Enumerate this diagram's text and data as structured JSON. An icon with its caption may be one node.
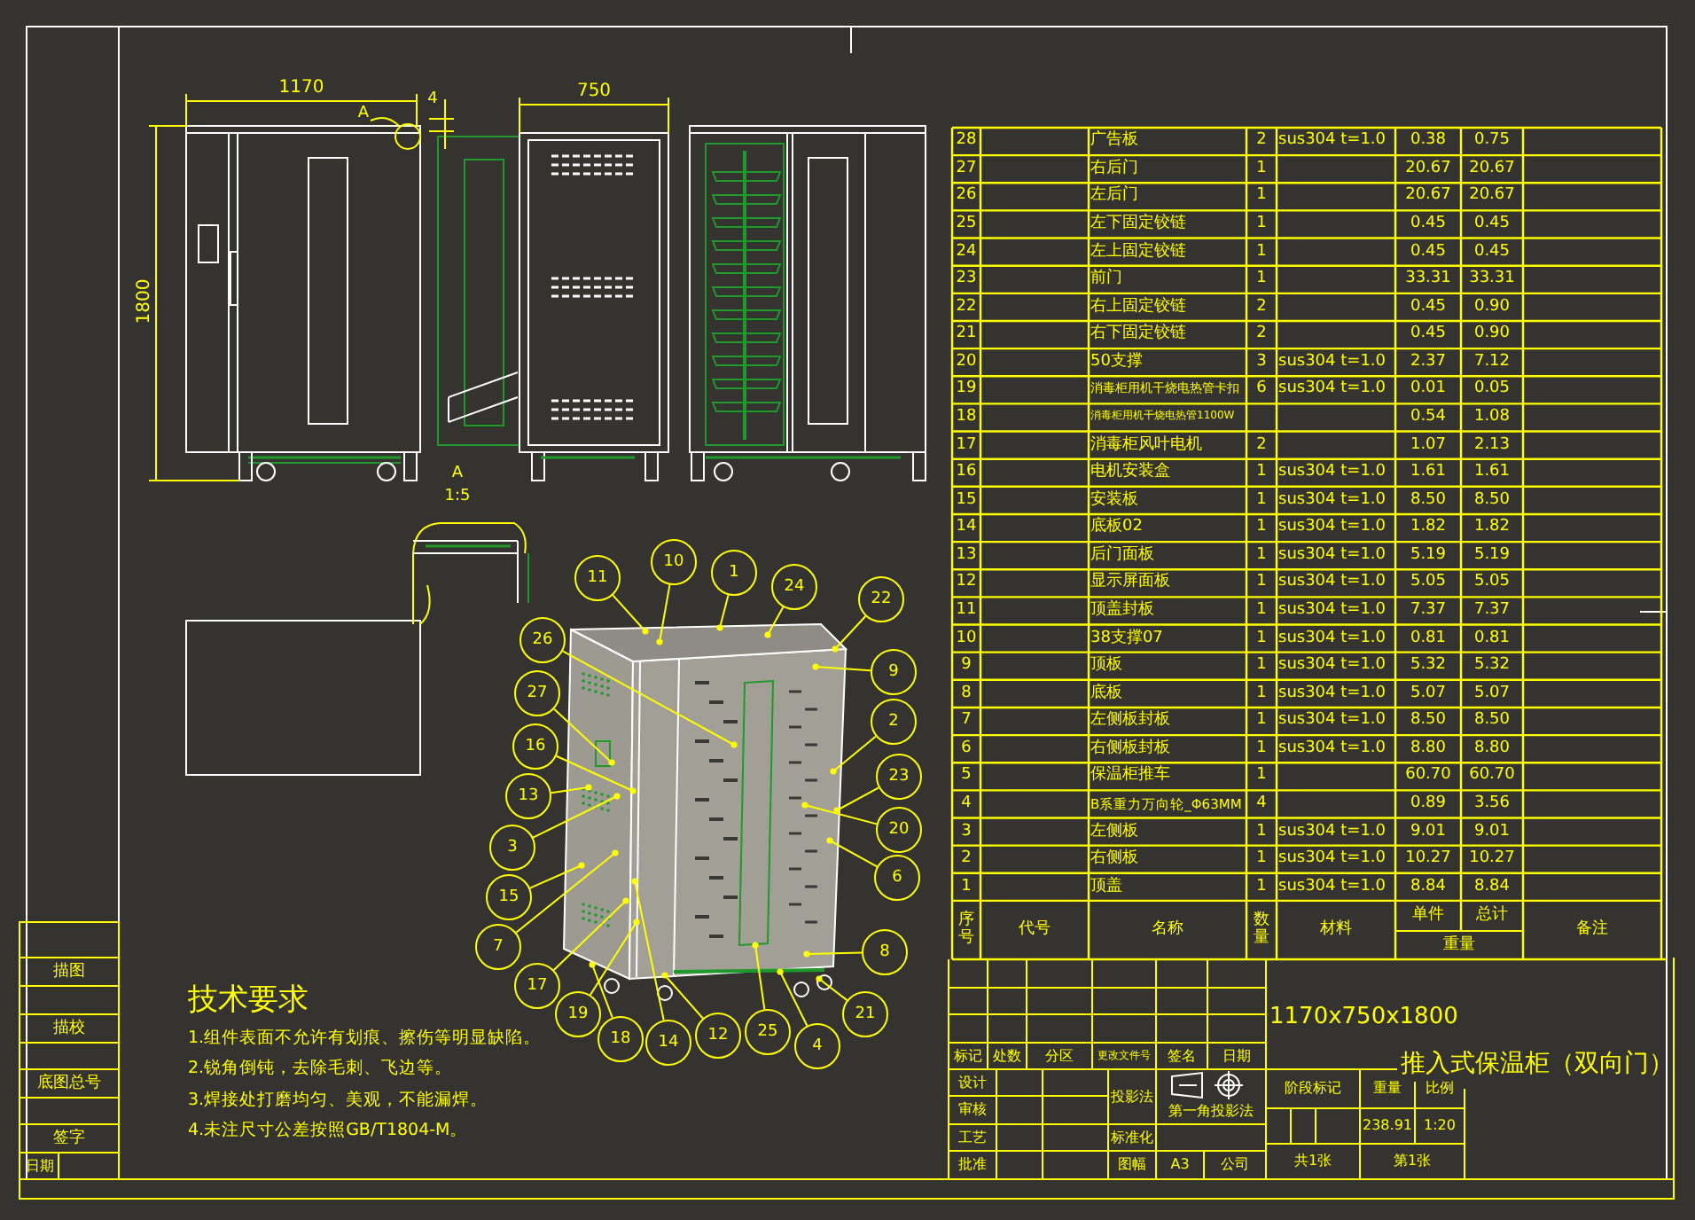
{
  "diagram": {
    "nodes": [
      {
        "text": [
          "10"
        ]
      },
      {
        "text": [
          "1"
        ]
      },
      {
        "text": [
          "11"
        ]
      },
      {
        "text": [
          "24"
        ]
      },
      {
        "text": [
          "22"
        ]
      },
      {
        "text": [
          "26"
        ]
      },
      {
        "text": [
          "9"
        ]
      },
      {
        "text": [
          "27"
        ]
      },
      {
        "text": [
          "2"
        ]
      },
      {
        "text": [
          "16"
        ]
      },
      {
        "text": [
          "23"
        ]
      },
      {
        "text": [
          "13"
        ]
      },
      {
        "text": [
          "20"
        ]
      },
      {
        "text": [
          "3"
        ]
      },
      {
        "text": [
          "6"
        ]
      },
      {
        "text": [
          "15"
        ]
      },
      {
        "text": [
          "7"
        ]
      },
      {
        "text": [
          "8"
        ]
      },
      {
        "text": [
          "17"
        ]
      },
      {
        "text": [
          "19"
        ]
      },
      {
        "text": [
          "21"
        ]
      },
      {
        "text": [
          "12"
        ]
      },
      {
        "text": [
          "18"
        ]
      },
      {
        "text": [
          "25"
        ]
      },
      {
        "text": [
          "14"
        ]
      },
      {
        "text": [
          "4"
        ]
      },
      {
        "text": [],
        "shape": "picture"
      }
    ],
    "edges": [
      {
        "from": 0,
        "to": 26,
        "arrow": "other"
      },
      {
        "from": 1,
        "to": 26,
        "arrow": "other"
      },
      {
        "from": 2,
        "to": 26,
        "arrow": "other"
      },
      {
        "from": 3,
        "to": 26,
        "arrow": "other"
      },
      {
        "from": 4,
        "to": 26,
        "arrow": "other"
      },
      {
        "from": 5,
        "to": 26,
        "arrow": "other"
      },
      {
        "from": 6,
        "to": 26,
        "arrow": "other"
      },
      {
        "from": 7,
        "to": 26,
        "arrow": "other"
      },
      {
        "from": 8,
        "to": 26,
        "arrow": "other"
      },
      {
        "from": 9,
        "to": 26,
        "arrow": "other"
      },
      {
        "from": 10,
        "to": 26,
        "arrow": "other"
      },
      {
        "from": 11,
        "to": 26,
        "arrow": "other"
      },
      {
        "from": 12,
        "to": 26,
        "arrow": "other"
      },
      {
        "from": 13,
        "to": 26,
        "arrow": "other"
      },
      {
        "from": 14,
        "to": 26,
        "arrow": "other"
      },
      {
        "from": 15,
        "to": 26,
        "arrow": "other"
      },
      {
        "from": 16,
        "to": 26,
        "arrow": "other"
      },
      {
        "from": 17,
        "to": 26,
        "arrow": "other"
      },
      {
        "from": 18,
        "to": 26,
        "arrow": "other"
      },
      {
        "from": 19,
        "to": 26,
        "arrow": "other"
      },
      {
        "from": 20,
        "to": 26,
        "arrow": "other"
      },
      {
        "from": 21,
        "to": 26,
        "arrow": "other"
      },
      {
        "from": 22,
        "to": 26,
        "arrow": "other"
      },
      {
        "from": 23,
        "to": 26,
        "arrow": "other"
      },
      {
        "from": 24,
        "to": 26,
        "arrow": "other"
      },
      {
        "from": 25,
        "to": 26,
        "arrow": "other"
      }
    ],
    "labels": [
      "1170",
      "A",
      "4",
      "750",
      "1800",
      "A",
      "1:5",
      "28",
      "广告板",
      "2",
      "sus304 t=1.0",
      "0.38",
      "0.75",
      "27",
      "右后门",
      "1",
      "20.67",
      "20.67",
      "26",
      "左后门",
      "1",
      "20.67",
      "20.67",
      "25",
      "左下固定铰链",
      "1",
      "0.45",
      "0.45",
      "24",
      "左上固定铰链",
      "1",
      "0.45",
      "0.45",
      "23",
      "前门",
      "1",
      "33.31",
      "33.31",
      "22",
      "右上固定铰链",
      "2",
      "0.45",
      "0.90",
      "21",
      "右下固定铰链",
      "2",
      "0.45",
      "0.90",
      "20",
      "50支撑",
      "3",
      "sus304 t=1.0",
      "2.37",
      "7.12",
      "19",
      "消毒柜用机干烧电热管卡扣",
      "6",
      "sus304 t=1.0",
      "0.01",
      "0.05",
      "18",
      "消毒柜用机干烧电热管1100W",
      "0.54",
      "1.08",
      "17",
      "消毒柜风叶电机",
      "2",
      "1.07",
      "2.13",
      "16",
      "电机安装盒",
      "1",
      "sus304 t=1.0",
      "1.61",
      "1.61",
      "15",
      "安装板",
      "1",
      "sus304 t=1.0",
      "8.50",
      "8.50",
      "14",
      "底板02",
      "1",
      "sus304 t=1.0",
      "1.82",
      "1.82",
      "13",
      "后门面板",
      "1",
      "sus304 t=1.0",
      "5.19",
      "5.19",
      "12",
      "显示屏面板",
      "1",
      "sus304 t=1.0",
      "5.05",
      "5.05",
      "11",
      "顶盖封板",
      "1",
      "sus304 t=1.0",
      "7.37",
      "7.37",
      "10",
      "38支撑07",
      "1",
      "sus304 t=1.0",
      "0.81",
      "0.81",
      "9",
      "顶板",
      "1",
      "sus304 t=1.0",
      "5.32",
      "5.32",
      "8",
      "底板",
      "1",
      "sus304 t=1.0",
      "5.07",
      "5.07",
      "7",
      "左侧板封板",
      "1",
      "sus304 t=1.0",
      "8.50",
      "8.50",
      "6",
      "右侧板封板",
      "1",
      "sus304 t=1.0",
      "8.80",
      "8.80",
      "5",
      "保温柜推车",
      "1",
      "60.70",
      "60.70",
      "4",
      "B系重力万向轮_Φ63MM",
      "4",
      "0.89",
      "3.56",
      "3",
      "左侧板",
      "1",
      "sus304 t=1.0",
      "9.01",
      "9.01",
      "2",
      "右侧板",
      "1",
      "sus304 t=1.0",
      "10.27",
      "10.27",
      "1",
      "顶盖",
      "1",
      "sus304 t=1.0",
      "8.84",
      "8.84",
      "序号",
      "代号",
      "名称",
      "数量",
      "材料",
      "单件",
      "总计",
      "重量",
      "备注",
      "技术要求",
      "1.组件表面不允许有划痕、擦伤等明显缺陷。",
      "2.锐角倒钝，去除毛刺、飞边等。",
      "3.焊接处打磨均匀、美观，不能漏焊。",
      "4.未注尺寸公差按照GB/T1804-M。",
      "描图",
      "描校",
      "底图总号",
      "签字",
      "日期",
      "1170x750x1800",
      "标记",
      "处数",
      "分区",
      "更改文件号",
      "签名",
      "日期",
      "推入式保温柜（双向门）",
      "设计",
      "投影法",
      "第一角投影法",
      "阶段标记",
      "重量",
      "比例",
      "审核",
      "238.91",
      "1:20",
      "工艺",
      "标准化",
      "批准",
      "图幅",
      "A3",
      "公司",
      "共1张",
      "第1张"
    ]
  }
}
